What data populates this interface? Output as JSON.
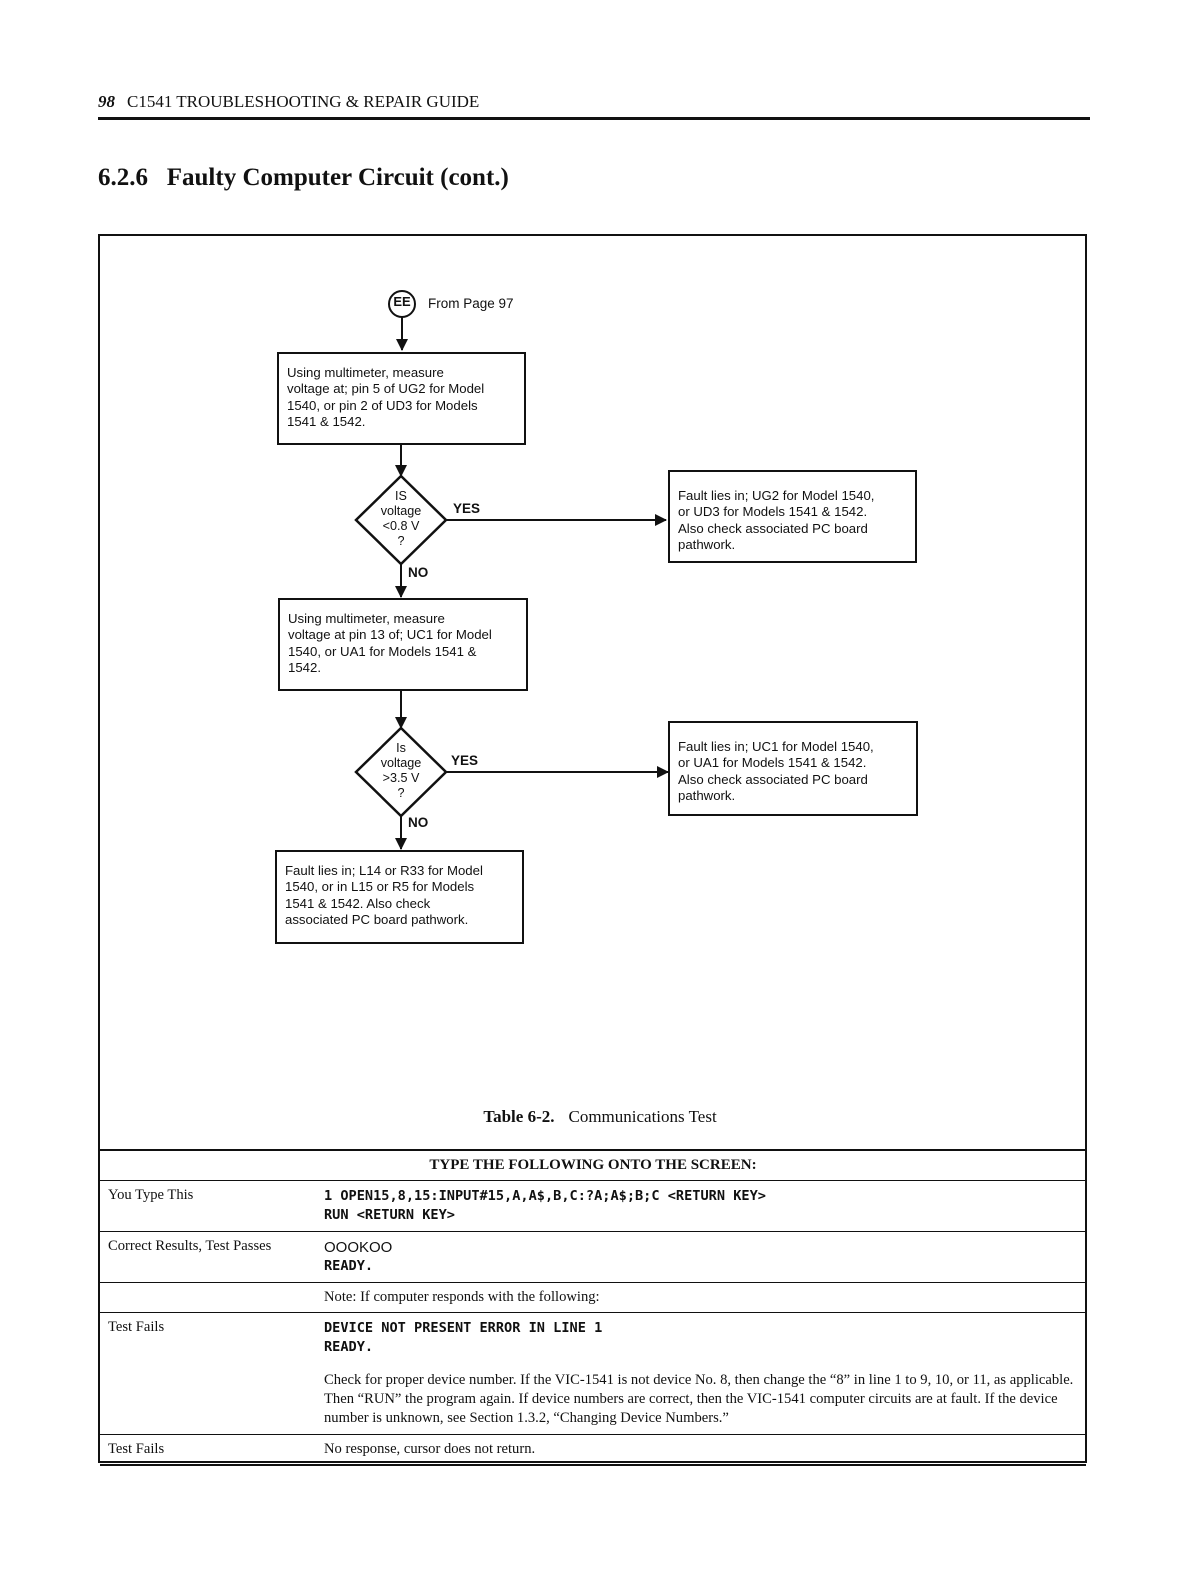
{
  "header": {
    "page_number": "98",
    "running_title": "C1541 TROUBLESHOOTING & REPAIR GUIDE"
  },
  "section": {
    "title": "6.2.6   Faulty Computer Circuit (cont.)"
  },
  "flowchart": {
    "connector": {
      "label": "EE",
      "text": "From Page  97"
    },
    "step1": {
      "lines": [
        "Using multimeter, measure",
        "voltage at; pin 5 of UG2 for Model",
        "1540, or pin 2 of UD3 for Models",
        "1541 & 1542."
      ]
    },
    "decision1": {
      "lines": [
        "IS",
        "voltage",
        "<0.8 V",
        "?"
      ],
      "yes_label": "YES",
      "no_label": "NO"
    },
    "result1": {
      "lines": [
        "Fault lies in; UG2 for Model 1540,",
        "or UD3 for Models 1541 & 1542.",
        "Also check associated PC board",
        "pathwork."
      ]
    },
    "step2": {
      "lines": [
        "Using multimeter, measure",
        "voltage at pin 13 of; UC1 for Model",
        "1540, or UA1 for Models 1541 &",
        "1542."
      ]
    },
    "decision2": {
      "lines": [
        "Is",
        "voltage",
        ">3.5 V",
        "?"
      ],
      "yes_label": "YES",
      "no_label": "NO"
    },
    "result2": {
      "lines": [
        "Fault lies in; UC1 for Model 1540,",
        "or UA1 for Models 1541 & 1542.",
        "Also check associated PC board",
        "pathwork."
      ]
    },
    "result3": {
      "lines": [
        "Fault lies in; L14 or R33 for Model",
        "1540, or in L15 or R5 for Models",
        "1541 & 1542.  Also check",
        "associated PC board pathwork."
      ]
    }
  },
  "table": {
    "caption_number": "Table 6-2.",
    "caption_title": "Communications Test",
    "header": "TYPE THE FOLLOWING ONTO THE SCREEN:",
    "rows": [
      {
        "label": "You Type This",
        "code": [
          "1 OPEN15,8,15:INPUT#15,A,A$,B,C:?A;A$;B;C <RETURN KEY>",
          "RUN <RETURN KEY>"
        ]
      },
      {
        "label": "Correct Results, Test Passes",
        "code": [
          "OOOKOO",
          "READY."
        ]
      },
      {
        "label": "",
        "text": "Note: If computer responds with the following:"
      },
      {
        "label": "Test Fails",
        "code": [
          "DEVICE NOT PRESENT ERROR IN LINE 1",
          "READY."
        ],
        "text": "Check for proper device number. If the VIC-1541 is not device No. 8, then change the “8” in line 1 to 9, 10, or 11, as applicable. Then “RUN” the program again. If device numbers are correct, then the VIC-1541 computer circuits are at fault. If the device number is unknown, see Section 1.3.2, “Changing Device Numbers.”"
      },
      {
        "label": "Test Fails",
        "text": "No response, cursor does not return."
      }
    ]
  }
}
